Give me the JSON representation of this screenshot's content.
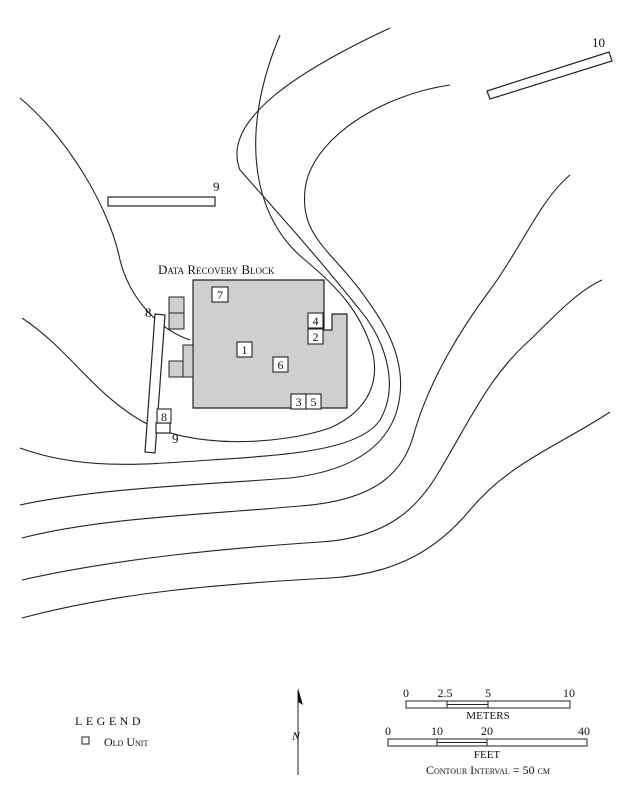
{
  "block": {
    "title": "Data Recovery Block",
    "units": [
      "7",
      "4",
      "2",
      "1",
      "6",
      "3",
      "5",
      "8"
    ]
  },
  "trenches": {
    "t10": "10",
    "t9": "9",
    "t8": "8",
    "t9b": "9"
  },
  "legend": {
    "title": "LEGEND",
    "item": "Old Unit"
  },
  "north": {
    "label": "N"
  },
  "scale": {
    "meters_ticks": [
      "0",
      "2.5",
      "5",
      "10"
    ],
    "meters_label": "METERS",
    "feet_ticks": [
      "0",
      "10",
      "20",
      "40"
    ],
    "feet_label": "FEET",
    "contour": "Contour Interval = 50 cm"
  },
  "colors": {
    "block_fill": "#cfcfcf",
    "line": "#222222"
  }
}
